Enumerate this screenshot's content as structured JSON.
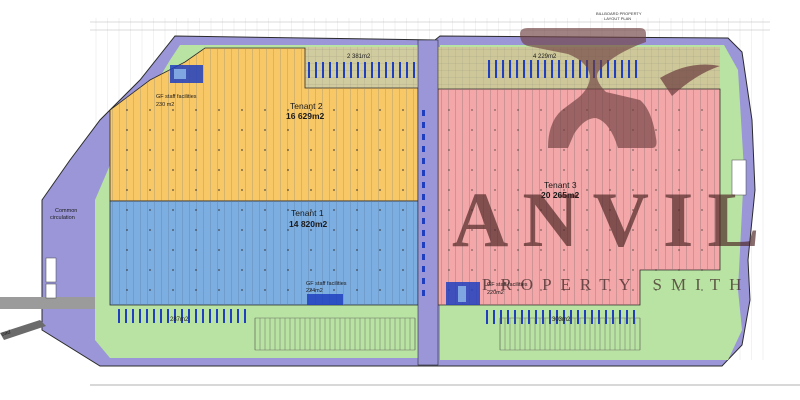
{
  "plan": {
    "title_block": {
      "line1": "BILLBOARD PROPERTY",
      "line2": "LAYOUT PLAN"
    },
    "tenants": [
      {
        "name": "Tenant 1",
        "area": "14 820m2",
        "color": "#7daee1"
      },
      {
        "name": "Tenant 2",
        "area": "16 629m2",
        "color": "#f8c766"
      },
      {
        "name": "Tenant 3",
        "area": "20 265m2",
        "color": "#f3a7a8"
      }
    ],
    "facilities": [
      {
        "label": "GF staff facilities",
        "area": "230 m2"
      },
      {
        "label": "GF staff facilities",
        "area": "224m2"
      },
      {
        "label": "GF staff facilities",
        "area": "220m2"
      }
    ],
    "common_circulation": {
      "line1": "Common",
      "line2": "circulation"
    },
    "mezzanine_areas": [
      "2 381m2",
      "4 229m2",
      "287m2",
      "303m2"
    ],
    "road_label": "oad",
    "watermark": {
      "brand": "ANVIL",
      "tagline": "PROPERTY SMITH"
    },
    "colors": {
      "circulation": "#9a96d8",
      "landscape": "#b9e3a2",
      "hatch": "#cfc99a",
      "outline": "#2b2b2b"
    }
  }
}
